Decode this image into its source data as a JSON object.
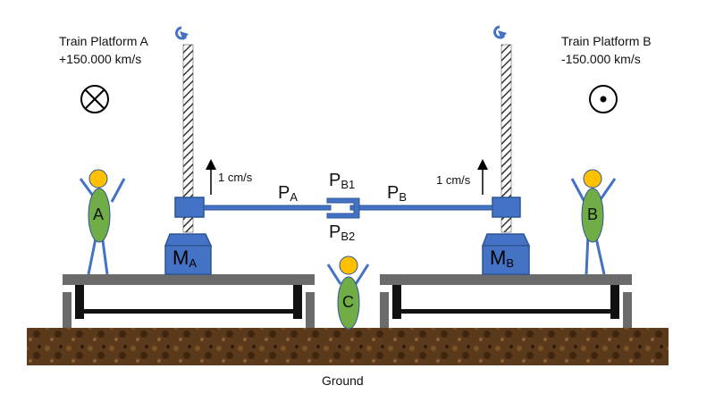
{
  "platform_a": {
    "title": "Train Platform A",
    "speed": "+150.000 km/s",
    "direction_symbol": "into-page"
  },
  "platform_b": {
    "title": "Train Platform B",
    "speed": "-150.000 km/s",
    "direction_symbol": "out-of-page"
  },
  "rod_speed_left": "1 cm/s",
  "rod_speed_right": "1 cm/s",
  "masses": {
    "a_main": "M",
    "a_sub": "A",
    "b_main": "M",
    "b_sub": "B"
  },
  "bars": {
    "pa_main": "P",
    "pa_sub": "A",
    "pb_main": "P",
    "pb_sub": "B",
    "pb1_main": "P",
    "pb1_sub": "B1",
    "pb2_main": "P",
    "pb2_sub": "B2"
  },
  "people": {
    "a": "A",
    "b": "B",
    "c": "C"
  },
  "ground_label": "Ground",
  "colors": {
    "blue": "#4472c4",
    "blue_dark": "#2f5597",
    "platform": "#6b6b6b",
    "ground": "#5a3a1a",
    "person_body": "#70ad47",
    "person_head": "#ffc000"
  }
}
